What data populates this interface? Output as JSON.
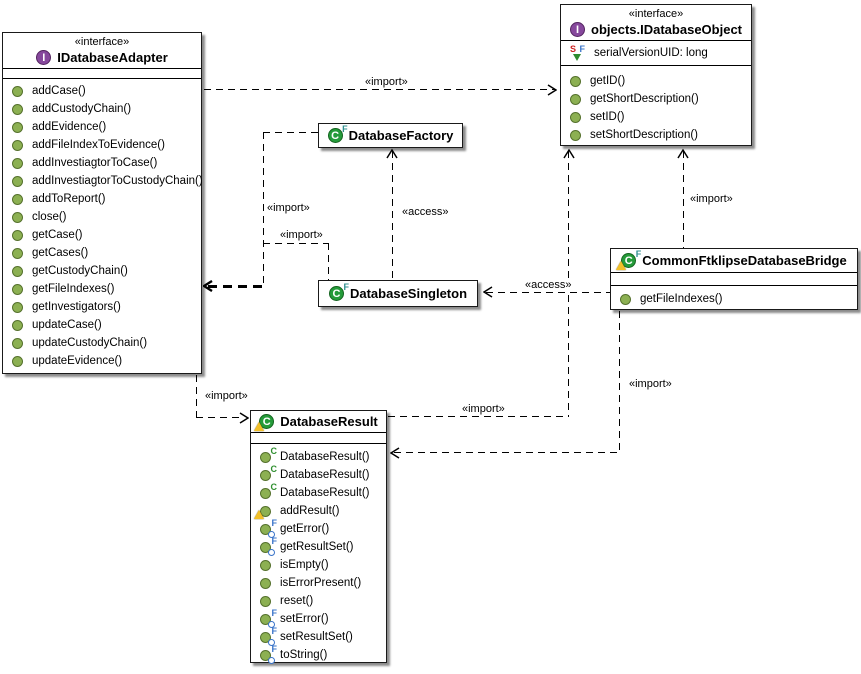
{
  "diagram": {
    "classes": {
      "adapter": {
        "stereotype": "«interface»",
        "name": "IDatabaseAdapter",
        "kind": "interface",
        "methods": [
          {
            "label": "addCase()",
            "icon": "public"
          },
          {
            "label": "addCustodyChain()",
            "icon": "public"
          },
          {
            "label": "addEvidence()",
            "icon": "public"
          },
          {
            "label": "addFileIndexToEvidence()",
            "icon": "public"
          },
          {
            "label": "addInvestiagtorToCase()",
            "icon": "public"
          },
          {
            "label": "addInvestiagtorToCustodyChain()",
            "icon": "public"
          },
          {
            "label": "addToReport()",
            "icon": "public"
          },
          {
            "label": "close()",
            "icon": "public"
          },
          {
            "label": "getCase()",
            "icon": "public"
          },
          {
            "label": "getCases()",
            "icon": "public"
          },
          {
            "label": "getCustodyChain()",
            "icon": "public"
          },
          {
            "label": "getFileIndexes()",
            "icon": "public"
          },
          {
            "label": "getInvestigators()",
            "icon": "public"
          },
          {
            "label": "updateCase()",
            "icon": "public"
          },
          {
            "label": "updateCustodyChain()",
            "icon": "public"
          },
          {
            "label": "updateEvidence()",
            "icon": "public"
          }
        ]
      },
      "idatabaseobject": {
        "stereotype": "«interface»",
        "name": "objects.IDatabaseObject",
        "kind": "interface",
        "attributes": [
          {
            "label": "serialVersionUID: long",
            "icon": "static-final-field"
          }
        ],
        "methods": [
          {
            "label": "getID()",
            "icon": "public"
          },
          {
            "label": "getShortDescription()",
            "icon": "public"
          },
          {
            "label": "setID()",
            "icon": "public"
          },
          {
            "label": "setShortDescription()",
            "icon": "public"
          }
        ]
      },
      "factory": {
        "name": "DatabaseFactory",
        "kind": "final-class"
      },
      "singleton": {
        "name": "DatabaseSingleton",
        "kind": "final-class"
      },
      "bridge": {
        "name": "CommonFtklipseDatabaseBridge",
        "kind": "final-class-warning",
        "methods": [
          {
            "label": "getFileIndexes()",
            "icon": "public"
          }
        ]
      },
      "result": {
        "name": "DatabaseResult",
        "kind": "class-warning",
        "methods": [
          {
            "label": "DatabaseResult()",
            "icon": "constructor"
          },
          {
            "label": "DatabaseResult()",
            "icon": "constructor"
          },
          {
            "label": "DatabaseResult()",
            "icon": "constructor"
          },
          {
            "label": "addResult()",
            "icon": "public-warning"
          },
          {
            "label": "getError()",
            "icon": "final-sync"
          },
          {
            "label": "getResultSet()",
            "icon": "final-sync"
          },
          {
            "label": "isEmpty()",
            "icon": "public"
          },
          {
            "label": "isErrorPresent()",
            "icon": "public"
          },
          {
            "label": "reset()",
            "icon": "public"
          },
          {
            "label": "setError()",
            "icon": "final-sync"
          },
          {
            "label": "setResultSet()",
            "icon": "final-sync"
          },
          {
            "label": "toString()",
            "icon": "final-sync"
          }
        ]
      }
    },
    "edges": {
      "adapter_import_idatabaseobject": {
        "label": "«import»"
      },
      "factory_import_adapter": {
        "label": "«import»"
      },
      "singleton_import_adapter": {
        "label": "«import»"
      },
      "singleton_access_factory": {
        "label": "«access»"
      },
      "bridge_access_singleton": {
        "label": "«access»"
      },
      "bridge_import_idatabaseobject": {
        "label": "«import»"
      },
      "result_import_idatabaseobject": {
        "label": "«import»"
      },
      "bridge_import_result": {
        "label": "«import»"
      },
      "adapter_import_result": {
        "label": "«import»"
      }
    },
    "colors": {
      "class_icon_green": "#259b3a",
      "interface_icon_purple": "#86489c",
      "method_public_green": "#8cb052",
      "final_marker_blue": "#3a74c9",
      "static_marker_red": "#cc2222",
      "warning_yellow": "#f2c029",
      "line_black": "#000000"
    }
  }
}
